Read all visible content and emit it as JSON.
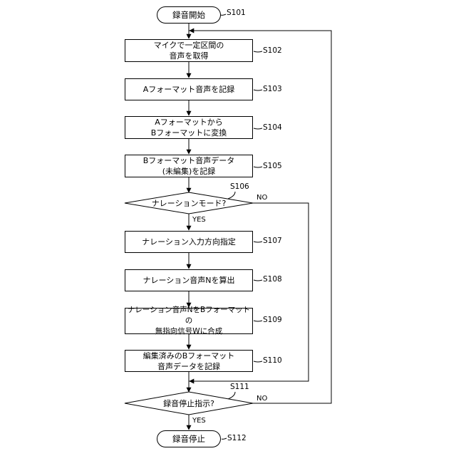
{
  "start": {
    "label": "録音開始",
    "step": "S101"
  },
  "steps": [
    {
      "id": "s102",
      "label": "マイクで一定区間の\n音声を取得",
      "step": "S102"
    },
    {
      "id": "s103",
      "label": "Aフォーマット音声を記録",
      "step": "S103"
    },
    {
      "id": "s104",
      "label": "Aフォーマットから\nBフォーマットに変換",
      "step": "S104"
    },
    {
      "id": "s105",
      "label": "Bフォーマット音声データ\n(未編集)を記録",
      "step": "S105"
    },
    {
      "id": "s107",
      "label": "ナレーション入力方向指定",
      "step": "S107"
    },
    {
      "id": "s108",
      "label": "ナレーション音声Nを算出",
      "step": "S108"
    },
    {
      "id": "s109",
      "label": "ナレーション音声NをBフォーマットの\n無指向信号Wに合成",
      "step": "S109"
    },
    {
      "id": "s110",
      "label": "編集済みのBフォーマット\n音声データを記録",
      "step": "S110"
    }
  ],
  "decisions": [
    {
      "id": "s106",
      "label": "ナレーションモード?",
      "step": "S106",
      "yes": "YES",
      "no": "NO"
    },
    {
      "id": "s111",
      "label": "録音停止指示?",
      "step": "S111",
      "yes": "YES",
      "no": "NO"
    }
  ],
  "end": {
    "label": "録音停止",
    "step": "S112"
  }
}
